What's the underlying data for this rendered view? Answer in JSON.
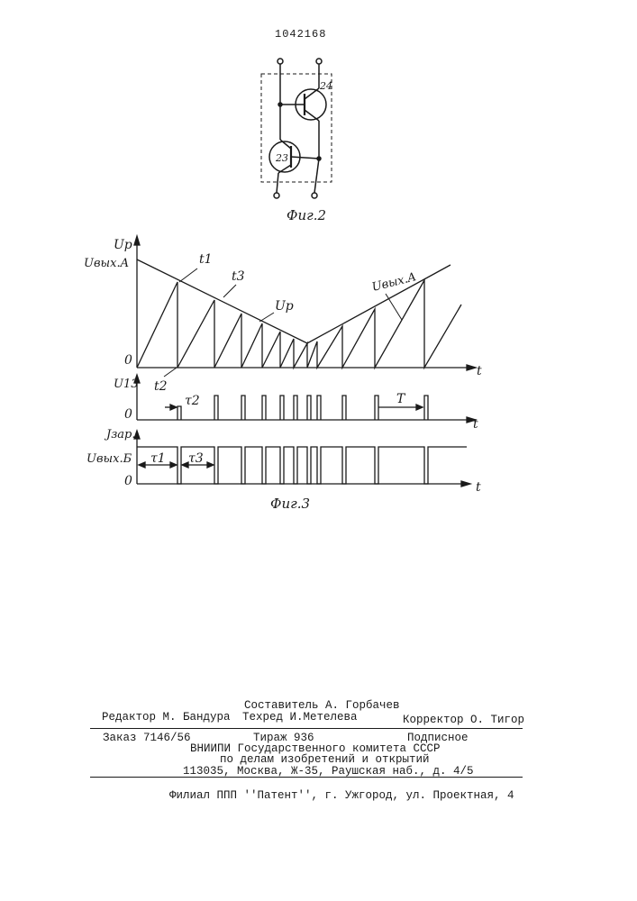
{
  "header": {
    "patent_number": "1042168"
  },
  "fig2": {
    "caption": "Фиг.2",
    "transistor_a": "24",
    "transistor_b": "23"
  },
  "fig3": {
    "caption": "Фиг.3",
    "labels": {
      "up_axis": "Up",
      "uvyx_a": "Uвых.A",
      "t1": "t1",
      "t3": "t3",
      "up_curve": "Up",
      "uvyx_a_right": "Uвых.A",
      "zero_1": "0",
      "t_axis_1": "t",
      "t2": "t2",
      "tau2": "τ2",
      "u13": "U13",
      "zero_2": "0",
      "period": "T",
      "t_axis_2": "t",
      "jzar": "Jзар.",
      "uvyx_b": "Uвых.Б",
      "tau1": "τ1",
      "tau3": "τ3",
      "zero_3": "0",
      "t_axis_3": "t"
    }
  },
  "imprint": {
    "editor": "Редактор М. Бандура",
    "compiler": "Составитель А. Горбачев",
    "techred": "Техред И.Метелева",
    "corrector": "Корректор О. Тигор",
    "order": "Заказ 7146/56",
    "circulation": "Тираж 936",
    "subscription": "Подписное",
    "org1": "ВНИИПИ Государственного комитета СССР",
    "org2": "по делам изобретений и открытий",
    "address": "113035, Москва, Ж-35, Раушская наб., д. 4/5",
    "branch": "Филиал ППП ''Патент'', г. Ужгород, ул. Проектная, 4"
  }
}
